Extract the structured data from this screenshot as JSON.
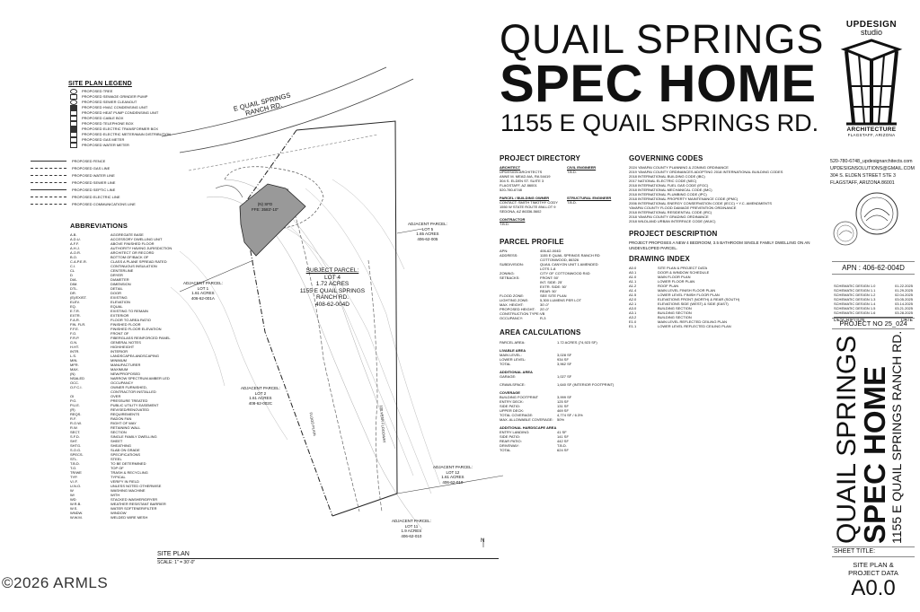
{
  "title": {
    "line1": "QUAIL SPRINGS",
    "line2": "SPEC HOME",
    "line3": "1155 E QUAIL SPRINGS RD."
  },
  "logo": {
    "top": "UPDESIGN",
    "sub": "studio",
    "bottom1": "ARCHITECTURE",
    "bottom2": "FLAGSTAFF, ARIZONA"
  },
  "firm_contact": [
    "520-780-6748_updesignarchitects.com",
    "UPDESIGNSOLUTIONS@GMAIL.COM",
    "304 S. ELDEN STREET STE 3",
    "FLAGSTAFF, ARIZONA 86001"
  ],
  "stamp": "REGISTERED ARCHITECT",
  "apn_label": "APN : 406-62-004D",
  "schedule": [
    {
      "d": "SCHEMATIC DESIGN 1.0",
      "v": "01.22.2025"
    },
    {
      "d": "SCHEMATIC DESIGN 1.1",
      "v": "01.29.2025"
    },
    {
      "d": "SCHEMATIC DESIGN 1.2",
      "v": "02.04.2025"
    },
    {
      "d": "SCHEMATIC DESIGN 1.3",
      "v": "03.05.2025"
    },
    {
      "d": "SCHEMATIC DESIGN 1.4",
      "v": "03.14.2025"
    },
    {
      "d": "SCHEMATIC DESIGN 1.5",
      "v": "03.21.2025"
    },
    {
      "d": "SCHEMATIC DESIGN 1.6",
      "v": "03.28.2025"
    }
  ],
  "schedule_headers": {
    "desc": "DESCRIPTION",
    "date": "DATE"
  },
  "project_no": "PROJECT NO 25_024",
  "vertical": {
    "line1": "QUAIL SPRINGS",
    "line2": "SPEC HOME",
    "line3": "1155 E QUAIL SPRINGS RANCH RD."
  },
  "sheet": {
    "label": "SHEET TITLE:",
    "title1": "SITE PLAN &",
    "title2": "PROJECT DATA",
    "number": "A0.0"
  },
  "watermark": "©2026 ARMLS",
  "legend": {
    "title": "SITE PLAN LEGEND",
    "items": [
      "PROPOSED TREE",
      "PROPOSED SEWAGE GRINDER PUMP",
      "PROPOSED SEWER CLEANOUT",
      "PROPOSED HVAC CONDENSING UNIT",
      "PROPOSED HEAT PUMP CONDENSING UNIT",
      "PROPOSED CABLE BOX",
      "PROPOSED TELEPHONE BOX",
      "PROPOSED ELECTRIC TRANSFORMER BOX",
      "PROPOSED ELECTRIC METER/MAIN DISTRIBUTION",
      "PROPOSED GAS METER",
      "PROPOSED WATER METER"
    ],
    "lines": [
      "PROPOSED FENCE",
      "PROPOSED GAS LINE",
      "PROPOSED WATER LINE",
      "PROPOSED SEWER LINE",
      "PROPOSED SEPTIC LINE",
      "PROPOSED ELECTRIC LINE",
      "PROPOSED COMMUNICATIONS LINE"
    ]
  },
  "abbreviations": {
    "title": "ABBREVIATIONS",
    "items": [
      [
        "A.B.",
        "AGGREGATE BASE"
      ],
      [
        "A.D.U.",
        "ACCESSORY DWELLING UNIT"
      ],
      [
        "A.F.F.",
        "ABOVE FINISHED FLOOR"
      ],
      [
        "A.H.J.",
        "AUTHORITY HAVING JURISDICTION"
      ],
      [
        "A.O.R.",
        "ARCHITECT OR RECORD"
      ],
      [
        "B.O.",
        "BOTTOM OF/BACK OF"
      ],
      [
        "C.A.P.E.R.",
        "CLASS A PLANE SPREAD RATED"
      ],
      [
        "C.I.",
        "CONTINUOUS INSULATION"
      ],
      [
        "CL",
        "CENTERLINE"
      ],
      [
        "D",
        "DRYER"
      ],
      [
        "DIA.",
        "DIAMETER"
      ],
      [
        "DIM.",
        "DIMENSION"
      ],
      [
        "DTL.",
        "DETAIL"
      ],
      [
        "DR.",
        "DOOR"
      ],
      [
        "(E)/EXIST.",
        "EXISTING"
      ],
      [
        "ELEV.",
        "ELEVATION"
      ],
      [
        "EQ.",
        "EQUAL"
      ],
      [
        "E.T.R.",
        "EXISTING TO REMAIN"
      ],
      [
        "EXTR.",
        "EXTERIOR"
      ],
      [
        "F.A.R.",
        "FLOOR TO AREA RATIO"
      ],
      [
        "FIN. FLR.",
        "FINISHED FLOOR"
      ],
      [
        "F.F.E.",
        "FINISHED FLOOR ELEVATION"
      ],
      [
        "F.O.",
        "FRONT OF"
      ],
      [
        "F.R.P.",
        "FIBERGLASS REINFORCED PANEL"
      ],
      [
        "G.N.",
        "GENERAL NOTES"
      ],
      [
        "H.HT.",
        "HIGH/HEIGHT"
      ],
      [
        "INTR.",
        "INTERIOR"
      ],
      [
        "L.S.",
        "LANDSCAPE/LANDSCAPING"
      ],
      [
        "MIN.",
        "MINIMUM"
      ],
      [
        "MFR.",
        "MANUFACTURER"
      ],
      [
        "MAX.",
        "MAXIMUM"
      ],
      [
        "(N)",
        "NEW/PROPOSED"
      ],
      [
        "NSALED",
        "NARROW SPECTRUM AMBER LED"
      ],
      [
        "OCC.",
        "OCCUPANCY"
      ],
      [
        "O.F.C.I.",
        "OWNER FURNISHED,"
      ],
      [
        "",
        "CONTRACTOR INSTALLED"
      ],
      [
        "OI",
        "OVER"
      ],
      [
        "P.G.",
        "PRESSURE TREATED"
      ],
      [
        "P.U.E.",
        "PUBLIC UTILITY EASEMENT"
      ],
      [
        "(R)",
        "REVISED/RENOVATED"
      ],
      [
        "REQS.",
        "REQUIREMENTS"
      ],
      [
        "R.F.",
        "RADON FAN"
      ],
      [
        "R.O.W.",
        "RIGHT OF WAY"
      ],
      [
        "R.W.",
        "RETAINING WALL"
      ],
      [
        "SECT.",
        "SECTION"
      ],
      [
        "S.F.D.",
        "SINGLE FAMILY DWELLING"
      ],
      [
        "SHT.",
        "SHEET"
      ],
      [
        "SHTG.",
        "SHEATHING"
      ],
      [
        "S.O.G.",
        "SLAB ON GRADE"
      ],
      [
        "SPECS.",
        "SPECIFICATIONS"
      ],
      [
        "STL.",
        "STEEL"
      ],
      [
        "T.B.D.",
        "TO BE DETERMINED"
      ],
      [
        "T.O.",
        "TOP OF"
      ],
      [
        "TR/WE",
        "TRASH & RECYCLING"
      ],
      [
        "TYP.",
        "TYPICAL"
      ],
      [
        "V.I.F.",
        "VERIFY IN FIELD"
      ],
      [
        "U.N.O.",
        "UNLESS NOTED OTHERWISE"
      ],
      [
        "W",
        "WASHING MACHINE"
      ],
      [
        "W/",
        "WITH"
      ],
      [
        "WD",
        "STACKED WASHER/DRYER"
      ],
      [
        "W.R.B.",
        "WEATHER RESISTANT BARRIER"
      ],
      [
        "W.S.",
        "WATER SOFTENER/FILTER"
      ],
      [
        "WNDW.",
        "WINDOW"
      ],
      [
        "W.W.M.",
        "WELDED WIRE MESH"
      ]
    ]
  },
  "siteplan": {
    "road": "E QUAIL SPRINGS\nRANCH RD.",
    "footprint": "(N) SFD\nFFE: 3583'-10\"",
    "subject_title": "SUBJECT PARCEL:",
    "subject": "LOT 4\n1.72 ACRES\n1155 E QUAIL SPRINGS\nRANCH RD.\n408-62-004D",
    "adj1": "ADJACENT PARCEL:\nLOT 5\n1.65 ACRES\n406-62-005",
    "adj2": "ADJACENT PARCEL:\nLOT 1\n1.61 ACRES\n406-62-001A",
    "adj3": "ADJACENT PARCEL:\nLOT 2\n1.61 ACRES\n408-62-002C",
    "adj4": "ADJACENT PARCEL:\nLOT 12\n1.61 ACRES\n406-62-010",
    "adj5": "ADJACENT PARCEL:\nLOT 11\n1.9 ACRES\n406-62-010",
    "floodplain": "FLOOD PLAIN",
    "floodway": "100 YEAR FLOODWAY",
    "north": "N",
    "title": "SITE PLAN",
    "scale": "SCALE: 1\" = 30'-0\""
  },
  "directory": {
    "title": "PROJECT DIRECTORY",
    "architect_h": "ARCHITECT",
    "architect": [
      "UPDESIGN ARCHITECTS",
      "ANNE M. MEAD AIA, RA 54419",
      "304 S. ELDEN ST. SUITE 3",
      "FLAGSTAFF, AZ 86001",
      "520-780-6748"
    ],
    "civil_h": "CIVIL ENGINEER",
    "civil": [
      "T.B.D."
    ],
    "owner_h": "PARCEL / BUILDING OWNER",
    "owner": [
      "CONTACT: SMITH TIMOTHY CODY",
      "1550 W STATE ROUTE 89A LOT 9",
      "SEDONA, AZ 86336-5602"
    ],
    "structural_h": "STRUCTURAL ENGINEER",
    "structural": [
      "T.B.D."
    ],
    "contractor_h": "CONTRACTOR",
    "contractor": [
      "T.B.D."
    ]
  },
  "profile": {
    "title": "PARCEL PROFILE",
    "rows": [
      [
        "APN:",
        "406-62-004D"
      ],
      [
        "ADDRESS:",
        "1155 E QUAIL SPRINGS RANCH RD"
      ],
      [
        "",
        "COTTONWOOD, 86326"
      ],
      [
        "SUBDIVISION:",
        "QUAIL CANYON UNIT 1 AMENDED"
      ],
      [
        "",
        "LOTS 1-8"
      ],
      [
        "ZONING:",
        "CITY OF COTTONWOOD R4D"
      ],
      [
        "SETBACKS:",
        "FRONT:        50'"
      ],
      [
        "",
        "INT. SIDE:     25'"
      ],
      [
        "",
        "EXTR. SIDE:   50'"
      ],
      [
        "",
        "REAR:         50'"
      ],
      [
        "FLOOD ZONE:",
        "SEE SITE PLAN"
      ],
      [
        "LIGHTING ZONE:",
        "5,300 LUMENS PER LOT"
      ],
      [
        "MAX. HEIGHT:",
        "30'-0\""
      ],
      [
        "PROPOSED HEIGHT:",
        "20'-0\""
      ],
      [
        "CONSTRUCTION TYPE:",
        "VB"
      ],
      [
        "OCCUPANCY:",
        "R-3"
      ]
    ]
  },
  "areas": {
    "title": "AREA CALCULATIONS",
    "parcel": [
      "PARCEL AREA:",
      "1.72 ACRES (74,923 SF)"
    ],
    "livable_h": "LIVABLE AREA",
    "livable": [
      [
        "MAIN LEVEL:",
        "3,028 SF"
      ],
      [
        "LOWER LEVEL:",
        "934 SF"
      ],
      [
        "TOTAL",
        "3,962 SF"
      ]
    ],
    "additional_h": "ADDITIONAL AREA",
    "additional": [
      [
        "GARAGE:",
        "1,027 SF"
      ]
    ],
    "crawl": [
      "CRAWLSPACE:",
      "1,640 SF (INTERIOR FOOTPRINT)"
    ],
    "coverage_h": "COVERAGE",
    "coverage": [
      [
        "BUILDING FOOTPRINT",
        "3,999 SF"
      ],
      [
        "ENTRY DECK:",
        "125 SF"
      ],
      [
        "SIDE PATIO:",
        "131 SF"
      ],
      [
        "UPPER DECK:",
        "469 SF"
      ],
      [
        "TOTAL COVERAGE:",
        "4,774 SF / 6.3%"
      ],
      [
        "MAX. ALLOWABLE COVERAGE:",
        "50%"
      ]
    ],
    "hardscape_h": "ADDITIONAL HARDSCAPE AREA",
    "hardscape": [
      [
        "ENTRY LANDING:",
        "41 SF"
      ],
      [
        "SIDE PATIO:",
        "141 SF"
      ],
      [
        "REAR PATIO:",
        "442 SF"
      ],
      [
        "DRIVEWAY:",
        "T.B.D."
      ],
      [
        "TOTAL",
        "624 SF"
      ]
    ]
  },
  "codes": {
    "title": "GOVERNING CODES",
    "items": [
      "2024 YAVAPAI COUNTY PLANNING & ZONING ORDINANCE",
      "2019 YAVAPAI COUNTY ORDINANCES ADOPTING 2018 INTERNATIONAL BUILDING CODES",
      "2018 INTERNATIONAL BUILDING CODE (IBC)",
      "2017 NATIONAL ELECTRIC CODE (NEC)",
      "2018 INTERNATIONAL FUEL GAS CODE (IFGC)",
      "2018 INTERNATIONAL MECHANICAL CODE (IMC)",
      "2018 INTERNATIONAL PLUMBING CODE (IPC)",
      "2018 INTERNATIONAL PROPERTY MAINTENANCE CODE (IPMC)",
      "2006 INTERNATIONAL ENERGY CONSERVATION CODE (IECC) + Y.C. AMENDMENTS",
      "YAVAPAI COUNTY FLOOD DAMAGE PREVENTION ORDINANCE",
      "2018 INTERNATIONAL RESIDENTIAL CODE (IRC)",
      "2018 YAVAPAI COUNTY GRADING ORDINANCE",
      "2018 WILDLAND URBAN INTERFACE CODE (WUIC)"
    ]
  },
  "description": {
    "title": "PROJECT DESCRIPTION",
    "text": "PROJECT PROPOSES A NEW 4 BEDROOM, 3.5 BATHROOM SINGLE FAMILY DWELLING ON AN UNDEVELOPED PARCEL."
  },
  "drawings": {
    "title": "DRAWING INDEX",
    "items": [
      [
        "A0.0",
        "SITE PLAN & PROJECT DATA"
      ],
      [
        "A0.1",
        "DOOR & WINDOW SCHEDULE"
      ],
      [
        "A1.0",
        "MAIN FLOOR PLAN"
      ],
      [
        "A1.1",
        "LOWER FLOOR PLAN"
      ],
      [
        "A1.2",
        "ROOF PLAN"
      ],
      [
        "A1.4",
        "MAIN LEVEL FINISH FLOOR PLAN"
      ],
      [
        "A1.5",
        "LOWER LEVEL FINISH FLOOR PLAN"
      ],
      [
        "A2.0",
        "ELEVATIONS FRONT (NORTH) & REAR (SOUTH)"
      ],
      [
        "A2.1",
        "ELEVATIONS SIDE (WEST) & SIDE (EAST)"
      ],
      [
        "A3.0",
        "BUILDING SECTION"
      ],
      [
        "A3.1",
        "BUILDING SECTION"
      ],
      [
        "A3.2",
        "BUILDING SECTION"
      ],
      [
        "E1.0",
        "MAIN LEVEL REFLECTED CEILING PLAN"
      ],
      [
        "E1.1",
        "LOWER LEVEL REFLECTED CEILING PLAN"
      ]
    ]
  }
}
